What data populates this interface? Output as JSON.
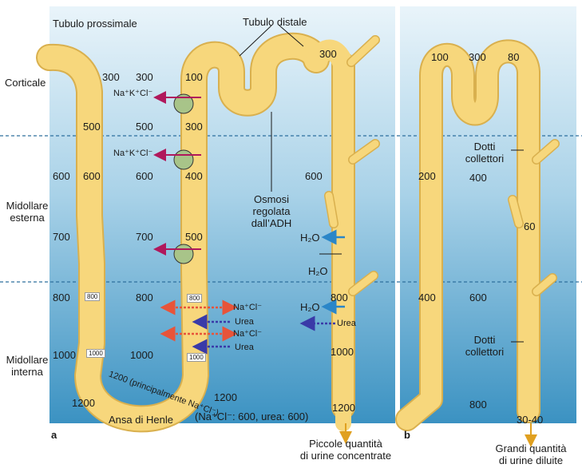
{
  "panel_a": {
    "letter": "a",
    "tubulo_prossimale": "Tubulo prossimale",
    "tubulo_distale": "Tubulo distale",
    "zones": {
      "corticale": "Corticale",
      "midollare_esterna_1": "Midollare",
      "midollare_esterna_2": "esterna",
      "midollare_interna_1": "Midollare",
      "midollare_interna_2": "interna"
    },
    "left_col": [
      "300",
      "600",
      "700",
      "800",
      "1000",
      "1200"
    ],
    "desc_limb": [
      "300",
      "500",
      "600"
    ],
    "interstitial": [
      "300",
      "500",
      "600",
      "700",
      "800",
      "1000",
      "1200"
    ],
    "asc_limb": [
      "100",
      "300",
      "400",
      "500"
    ],
    "tags": [
      "800",
      "1000",
      "800",
      "1000"
    ],
    "pump_label": "Na⁺K⁺Cl⁻",
    "nacl": "Na⁺Cl⁻",
    "urea": "Urea",
    "h2o": "H₂O",
    "collecting": [
      "300",
      "600",
      "800",
      "1000",
      "1200"
    ],
    "osmosi": [
      "Osmosi",
      "regolata",
      "dall’ADH"
    ],
    "loop_text": "1200 (principalmente Na⁺Cl⁻)",
    "bottom_note": "(Na⁺Cl⁻: 600, urea: 600)",
    "ansa": "Ansa di Henle",
    "output_1": "Piccole quantità",
    "output_2": "di urine concentrate"
  },
  "panel_b": {
    "letter": "b",
    "top_values": [
      "100",
      "300",
      "80"
    ],
    "left_values": [
      "200",
      "400"
    ],
    "mid_values": [
      "400",
      "600",
      "800"
    ],
    "right_values": [
      "60",
      "30-40"
    ],
    "dotti_1": [
      "Dotti",
      "collettori"
    ],
    "dotti_2": [
      "Dotti",
      "collettori"
    ],
    "output_1": "Grandi quantità",
    "output_2": "di urine diluite"
  },
  "colors": {
    "tubule": "#f7d77c",
    "tubule_edge": "#d9b04e",
    "bg_top": "#e6f2f9",
    "bg_bottom": "#3e95c4",
    "pump": "#a8c489",
    "pump_arrow": "#b0185c",
    "water_arrow": "#2a86c8",
    "nacl_arrow": "#e8543a",
    "urea_arrow": "#3a3aa8"
  }
}
